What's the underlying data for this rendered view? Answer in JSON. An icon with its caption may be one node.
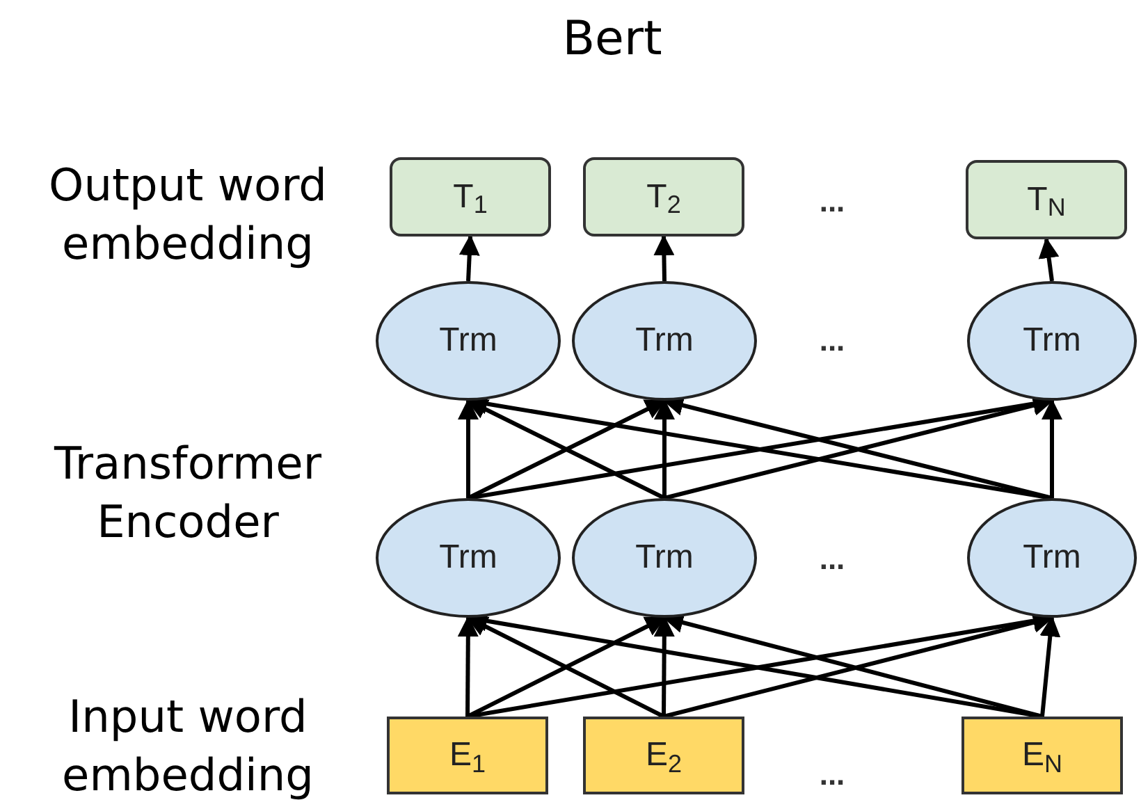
{
  "diagram": {
    "title": "Bert",
    "nodes": [
      {
        "text": [
          "T$_{1}$"
        ]
      },
      {
        "text": [
          "T$_{2}$"
        ]
      },
      {
        "text": [
          "T$_{N}$"
        ]
      },
      {
        "text": [
          "Trm"
        ]
      },
      {
        "text": [
          "Trm"
        ]
      },
      {
        "text": [
          "Trm"
        ]
      },
      {
        "text": [
          "Trm"
        ]
      },
      {
        "text": [
          "Trm"
        ]
      },
      {
        "text": [
          "Trm"
        ]
      },
      {
        "text": [
          "E$_{1}$"
        ]
      },
      {
        "text": [
          "E$_{2}$"
        ]
      },
      {
        "text": [
          "E$_{N}$"
        ]
      }
    ],
    "edges": [
      {
        "from": 3,
        "to": 0,
        "arrow": "to"
      },
      {
        "from": 4,
        "to": 1,
        "arrow": "to"
      },
      {
        "from": 5,
        "to": 2,
        "arrow": "to"
      },
      {
        "from": 6,
        "to": 3,
        "arrow": "to"
      },
      {
        "from": 6,
        "to": 4,
        "arrow": "to"
      },
      {
        "from": 6,
        "to": 5,
        "arrow": "to"
      },
      {
        "from": 7,
        "to": 3,
        "arrow": "to"
      },
      {
        "from": 7,
        "to": 4,
        "arrow": "to"
      },
      {
        "from": 7,
        "to": 5,
        "arrow": "to"
      },
      {
        "from": 8,
        "to": 3,
        "arrow": "to"
      },
      {
        "from": 8,
        "to": 4,
        "arrow": "to"
      },
      {
        "from": 8,
        "to": 5,
        "arrow": "to"
      },
      {
        "from": 9,
        "to": 6,
        "arrow": "to"
      },
      {
        "from": 9,
        "to": 7,
        "arrow": "to"
      },
      {
        "from": 9,
        "to": 8,
        "arrow": "to"
      },
      {
        "from": 10,
        "to": 6,
        "arrow": "to"
      },
      {
        "from": 10,
        "to": 7,
        "arrow": "to"
      },
      {
        "from": 10,
        "to": 8,
        "arrow": "to"
      },
      {
        "from": 11,
        "to": 6,
        "arrow": "to"
      },
      {
        "from": 11,
        "to": 7,
        "arrow": "to"
      },
      {
        "from": 11,
        "to": 8,
        "arrow": "to"
      }
    ],
    "labels": [
      "Output word embedding",
      "...",
      "...",
      "Transformer Encoder",
      "...",
      "Input word embedding",
      "..."
    ]
  }
}
